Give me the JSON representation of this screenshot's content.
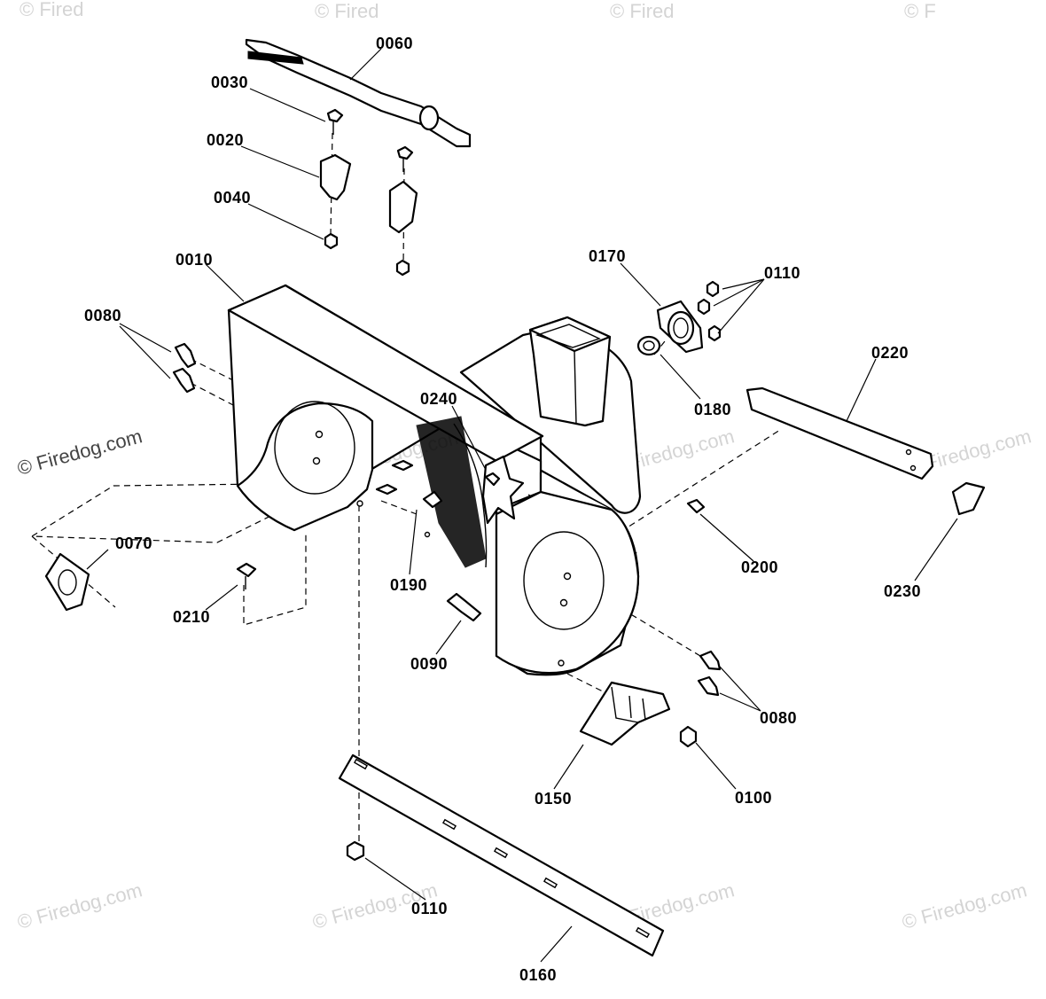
{
  "watermark": {
    "text": "© Firedog.com",
    "top_fragment": "© Fired",
    "top_right_fragment": "© F"
  },
  "callouts": [
    "0060",
    "0030",
    "0020",
    "0040",
    "0010",
    "0080",
    "0170",
    "0110",
    "0220",
    "0180",
    "0240",
    "0070",
    "0210",
    "0190",
    "0200",
    "0230",
    "0090",
    "0080",
    "0150",
    "0100",
    "0110",
    "0160"
  ]
}
